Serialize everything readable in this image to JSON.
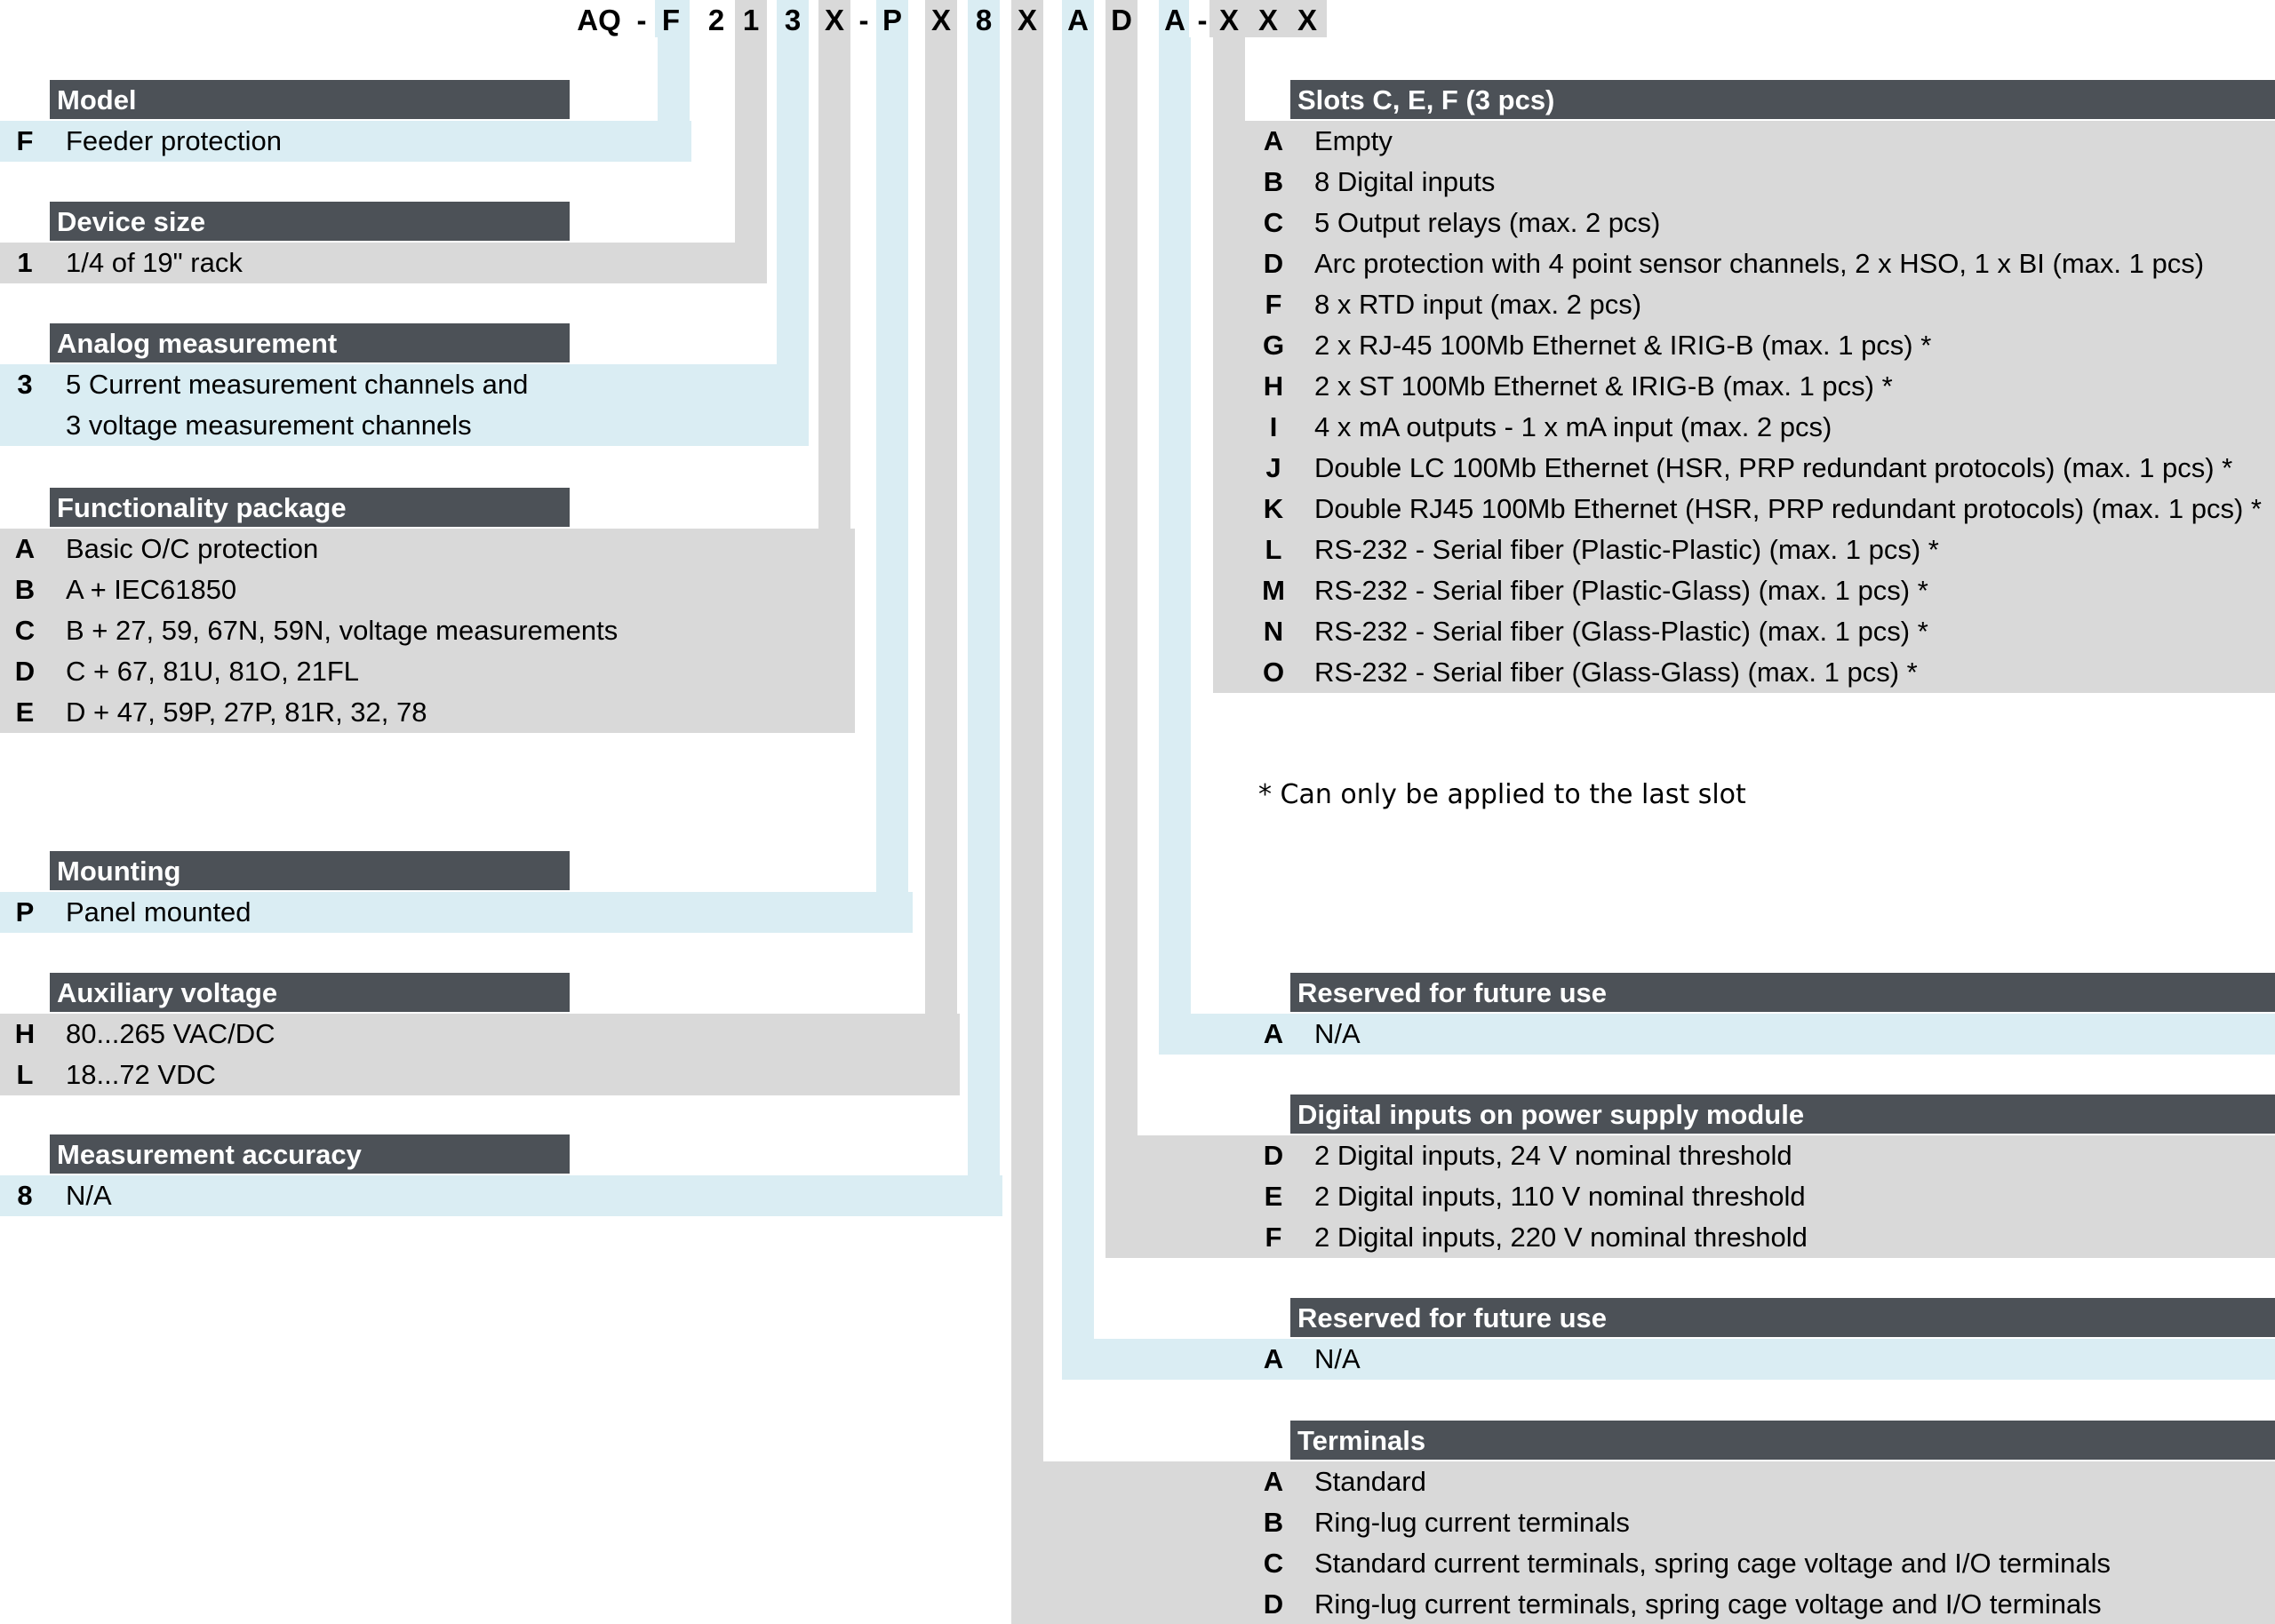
{
  "colors": {
    "blue": "#daedf3",
    "gray": "#d9d9d9",
    "header": "#4c5157"
  },
  "product_code": [
    {
      "char": "AQ",
      "color": "white"
    },
    {
      "char": "-",
      "color": "white"
    },
    {
      "char": "F",
      "color": "blue"
    },
    {
      "char": "2",
      "color": "white"
    },
    {
      "char": "1",
      "color": "gray"
    },
    {
      "char": "3",
      "color": "blue"
    },
    {
      "char": "X",
      "color": "gray"
    },
    {
      "char": "-",
      "color": "white"
    },
    {
      "char": "P",
      "color": "blue"
    },
    {
      "char": "X",
      "color": "gray"
    },
    {
      "char": "8",
      "color": "blue"
    },
    {
      "char": "X",
      "color": "gray"
    },
    {
      "char": "A",
      "color": "blue"
    },
    {
      "char": "D",
      "color": "gray"
    },
    {
      "char": "A",
      "color": "blue"
    },
    {
      "char": "-",
      "color": "white"
    },
    {
      "char": "X",
      "color": "gray"
    },
    {
      "char": "X",
      "color": "gray"
    },
    {
      "char": "X",
      "color": "gray"
    }
  ],
  "sections": [
    {
      "id": "model",
      "title": "Model",
      "color": "blue",
      "rows": [
        {
          "code": "F",
          "text": "Feeder protection"
        }
      ]
    },
    {
      "id": "device-size",
      "title": "Device size",
      "color": "gray",
      "rows": [
        {
          "code": "1",
          "text": "1/4 of 19\" rack"
        }
      ]
    },
    {
      "id": "analog-measurement",
      "title": "Analog measurement",
      "color": "blue",
      "rows": [
        {
          "code": "3",
          "text": "5 Current measurement channels and"
        },
        {
          "code": "",
          "text": "3 voltage measurement channels"
        }
      ]
    },
    {
      "id": "functionality-package",
      "title": "Functionality package",
      "color": "gray",
      "rows": [
        {
          "code": "A",
          "text": "Basic O/C protection"
        },
        {
          "code": "B",
          "text": "A + IEC61850"
        },
        {
          "code": "C",
          "text": "B + 27, 59, 67N, 59N, voltage measurements"
        },
        {
          "code": "D",
          "text": "C + 67, 81U, 81O, 21FL"
        },
        {
          "code": "E",
          "text": "D + 47, 59P, 27P, 81R, 32, 78"
        }
      ]
    },
    {
      "id": "mounting",
      "title": "Mounting",
      "color": "blue",
      "rows": [
        {
          "code": "P",
          "text": "Panel mounted"
        }
      ]
    },
    {
      "id": "auxiliary-voltage",
      "title": "Auxiliary voltage",
      "color": "gray",
      "rows": [
        {
          "code": "H",
          "text": "80...265 VAC/DC"
        },
        {
          "code": "L",
          "text": "18...72 VDC"
        }
      ]
    },
    {
      "id": "measurement-accuracy",
      "title": "Measurement accuracy",
      "color": "blue",
      "rows": [
        {
          "code": "8",
          "text": "N/A"
        }
      ]
    },
    {
      "id": "slots",
      "title": "Slots C, E, F (3 pcs)",
      "color": "gray",
      "rows": [
        {
          "code": "A",
          "text": "Empty"
        },
        {
          "code": "B",
          "text": "8 Digital inputs"
        },
        {
          "code": "C",
          "text": "5 Output relays (max. 2 pcs)"
        },
        {
          "code": "D",
          "text": "Arc protection with 4 point sensor channels, 2 x HSO, 1 x BI (max. 1 pcs)"
        },
        {
          "code": "F",
          "text": "8 x RTD input (max. 2 pcs)"
        },
        {
          "code": "G",
          "text": "2 x RJ-45 100Mb Ethernet & IRIG-B (max. 1 pcs) *"
        },
        {
          "code": "H",
          "text": "2 x ST 100Mb Ethernet & IRIG-B (max. 1 pcs) *"
        },
        {
          "code": "I",
          "text": "4 x mA outputs - 1 x mA input (max. 2 pcs)"
        },
        {
          "code": "J",
          "text": "Double LC 100Mb Ethernet (HSR, PRP redundant protocols) (max. 1 pcs) *"
        },
        {
          "code": "K",
          "text": "Double RJ45 100Mb Ethernet (HSR, PRP redundant protocols) (max. 1 pcs) *"
        },
        {
          "code": "L",
          "text": "RS-232 - Serial fiber (Plastic-Plastic) (max. 1 pcs) *"
        },
        {
          "code": "M",
          "text": "RS-232 - Serial fiber (Plastic-Glass) (max. 1 pcs) *"
        },
        {
          "code": "N",
          "text": "RS-232 - Serial fiber (Glass-Plastic) (max. 1 pcs) *"
        },
        {
          "code": "O",
          "text": "RS-232 - Serial fiber (Glass-Glass) (max. 1 pcs) *"
        }
      ]
    },
    {
      "id": "reserved-1",
      "title": "Reserved for future use",
      "color": "blue",
      "rows": [
        {
          "code": "A",
          "text": "N/A"
        }
      ]
    },
    {
      "id": "digital-inputs-psu",
      "title": "Digital inputs on power supply module",
      "color": "gray",
      "rows": [
        {
          "code": "D",
          "text": "2 Digital inputs, 24 V nominal threshold"
        },
        {
          "code": "E",
          "text": "2 Digital inputs, 110 V nominal threshold"
        },
        {
          "code": "F",
          "text": "2 Digital inputs, 220 V nominal threshold"
        }
      ]
    },
    {
      "id": "reserved-2",
      "title": "Reserved for future use",
      "color": "blue",
      "rows": [
        {
          "code": "A",
          "text": "N/A"
        }
      ]
    },
    {
      "id": "terminals",
      "title": "Terminals",
      "color": "gray",
      "rows": [
        {
          "code": "A",
          "text": "Standard"
        },
        {
          "code": "B",
          "text": "Ring-lug current terminals"
        },
        {
          "code": "C",
          "text": "Standard current terminals, spring cage voltage and I/O terminals"
        },
        {
          "code": "D",
          "text": "Ring-lug current terminals, spring cage voltage and I/O terminals"
        }
      ]
    }
  ],
  "footnote": "* Can only be applied to the last slot"
}
